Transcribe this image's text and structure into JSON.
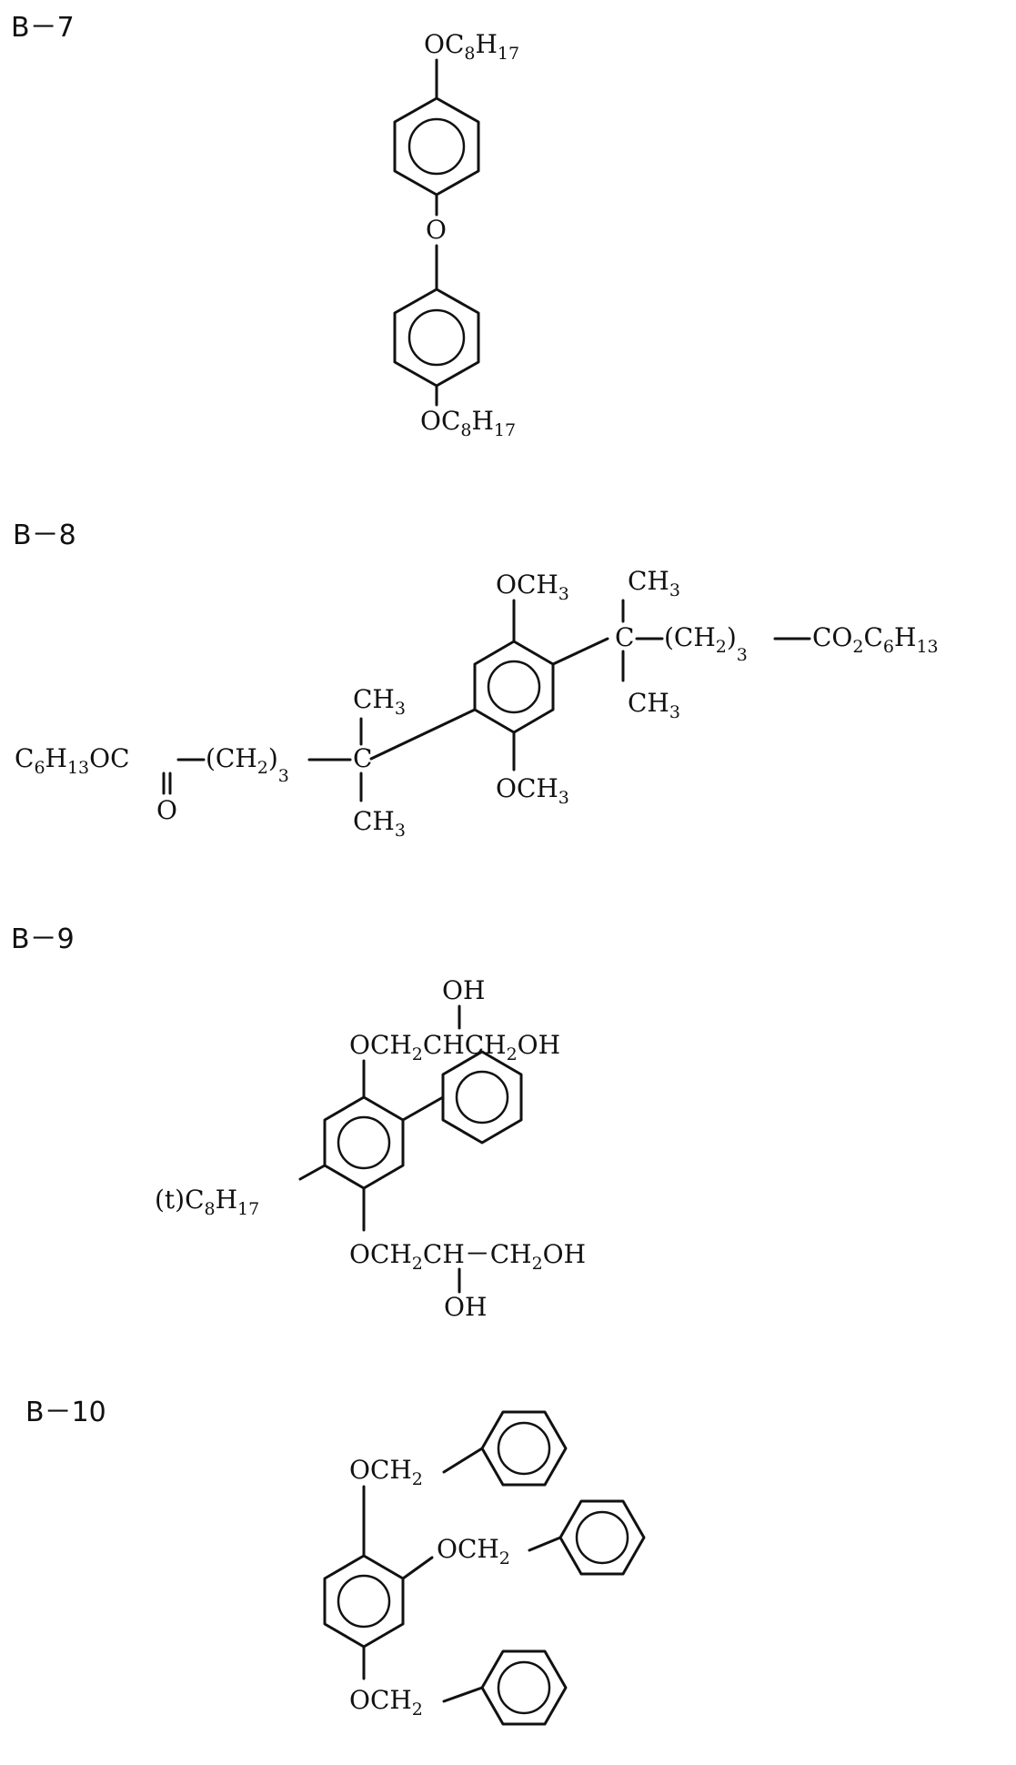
{
  "compounds": [
    {
      "id": "B-7",
      "label": "B－7",
      "groups": {
        "top": "OC8H17",
        "bridge": "O",
        "bottom": "OC8H17"
      }
    },
    {
      "id": "B-8",
      "label": "B－8",
      "groups": {
        "och3_top": "OCH3",
        "och3_bottom": "OCH3",
        "right_ch3_top": "CH3",
        "right_c": "C",
        "right_chain": "(CH2)3",
        "right_ester": "CO2C6H13",
        "right_ch3_bottom": "CH3",
        "left_ch3_top": "CH3",
        "left_c": "C",
        "left_chain": "(CH2)3",
        "left_ester": "C6H13OC",
        "left_carbonyl_o": "O",
        "left_ch3_bottom": "CH3"
      }
    },
    {
      "id": "B-9",
      "label": "B－9",
      "groups": {
        "oh_top": "OH",
        "top_chain": "OCH2CHCH2OH",
        "tert_octyl": "(t)C8H17",
        "bottom_chain": "OCH2CH－CH2OH",
        "oh_bottom": "OH"
      }
    },
    {
      "id": "B-10",
      "label": "B－10",
      "groups": {
        "och2_1": "OCH2",
        "och2_2": "OCH2",
        "och2_3": "OCH2"
      }
    }
  ]
}
